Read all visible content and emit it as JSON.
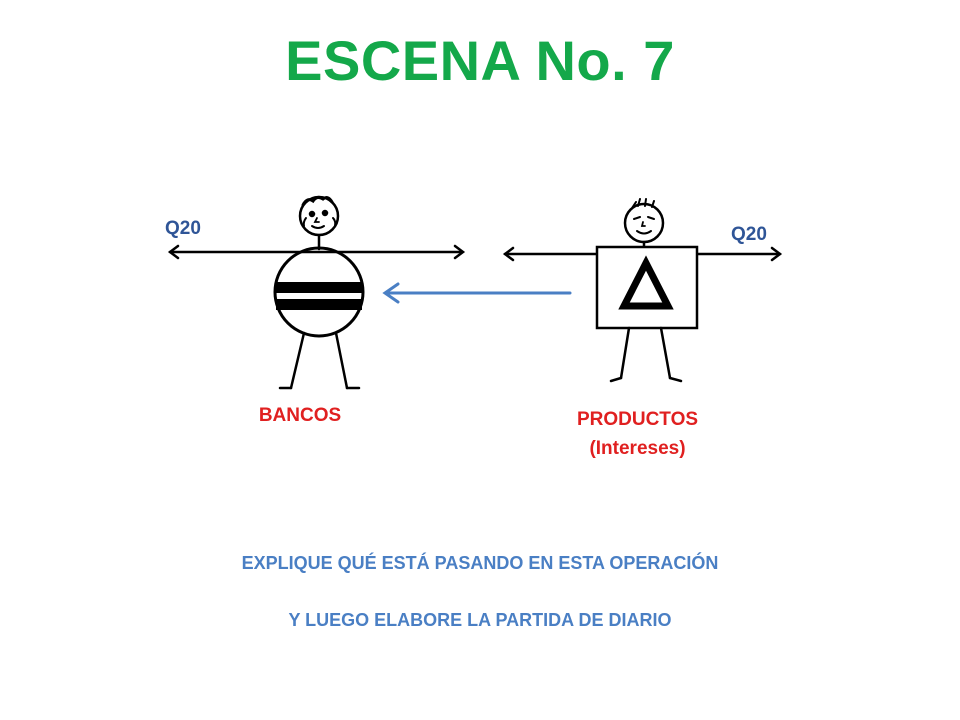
{
  "title": "ESCENA No. 7",
  "left_figure": {
    "amount": "Q20",
    "account": "BANCOS",
    "symbol": "horizontal-stripes"
  },
  "right_figure": {
    "amount": "Q20",
    "account": "PRODUCTOS",
    "account_detail": "(Intereses)",
    "symbol": "triangle-in-square"
  },
  "arrow": {
    "direction": "right-to-left",
    "color": "#4a7fc4"
  },
  "instructions": [
    "EXPLIQUE QUÉ ESTÁ PASANDO EN ESTA OPERACIÓN",
    "Y LUEGO ELABORE LA PARTIDA DE DIARIO"
  ],
  "colors": {
    "title": "#14a84a",
    "amount": "#2f5597",
    "account": "#e02020",
    "instructions": "#4a7fc4"
  }
}
